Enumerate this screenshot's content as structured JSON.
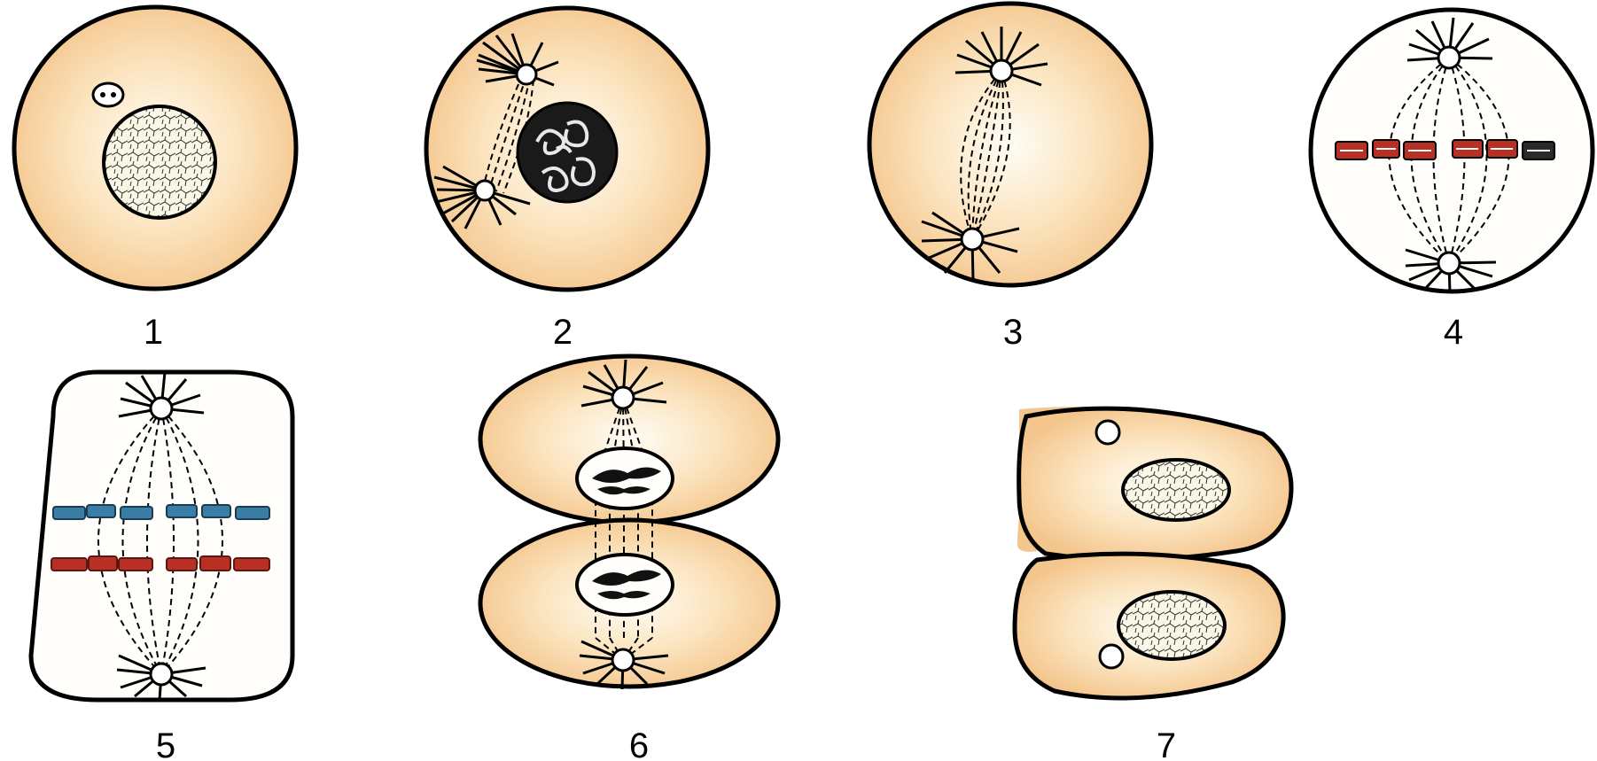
{
  "labels": [
    "1",
    "2",
    "3",
    "4",
    "5",
    "6",
    "7"
  ],
  "colors": {
    "cell_edge": "#f4c58c",
    "cell_center": "#fffdf6",
    "outline": "#000000",
    "chromosome_red": "#b83024",
    "chromosome_blue": "#3a7ea8",
    "chromosome_dark": "#1a1a1a"
  }
}
